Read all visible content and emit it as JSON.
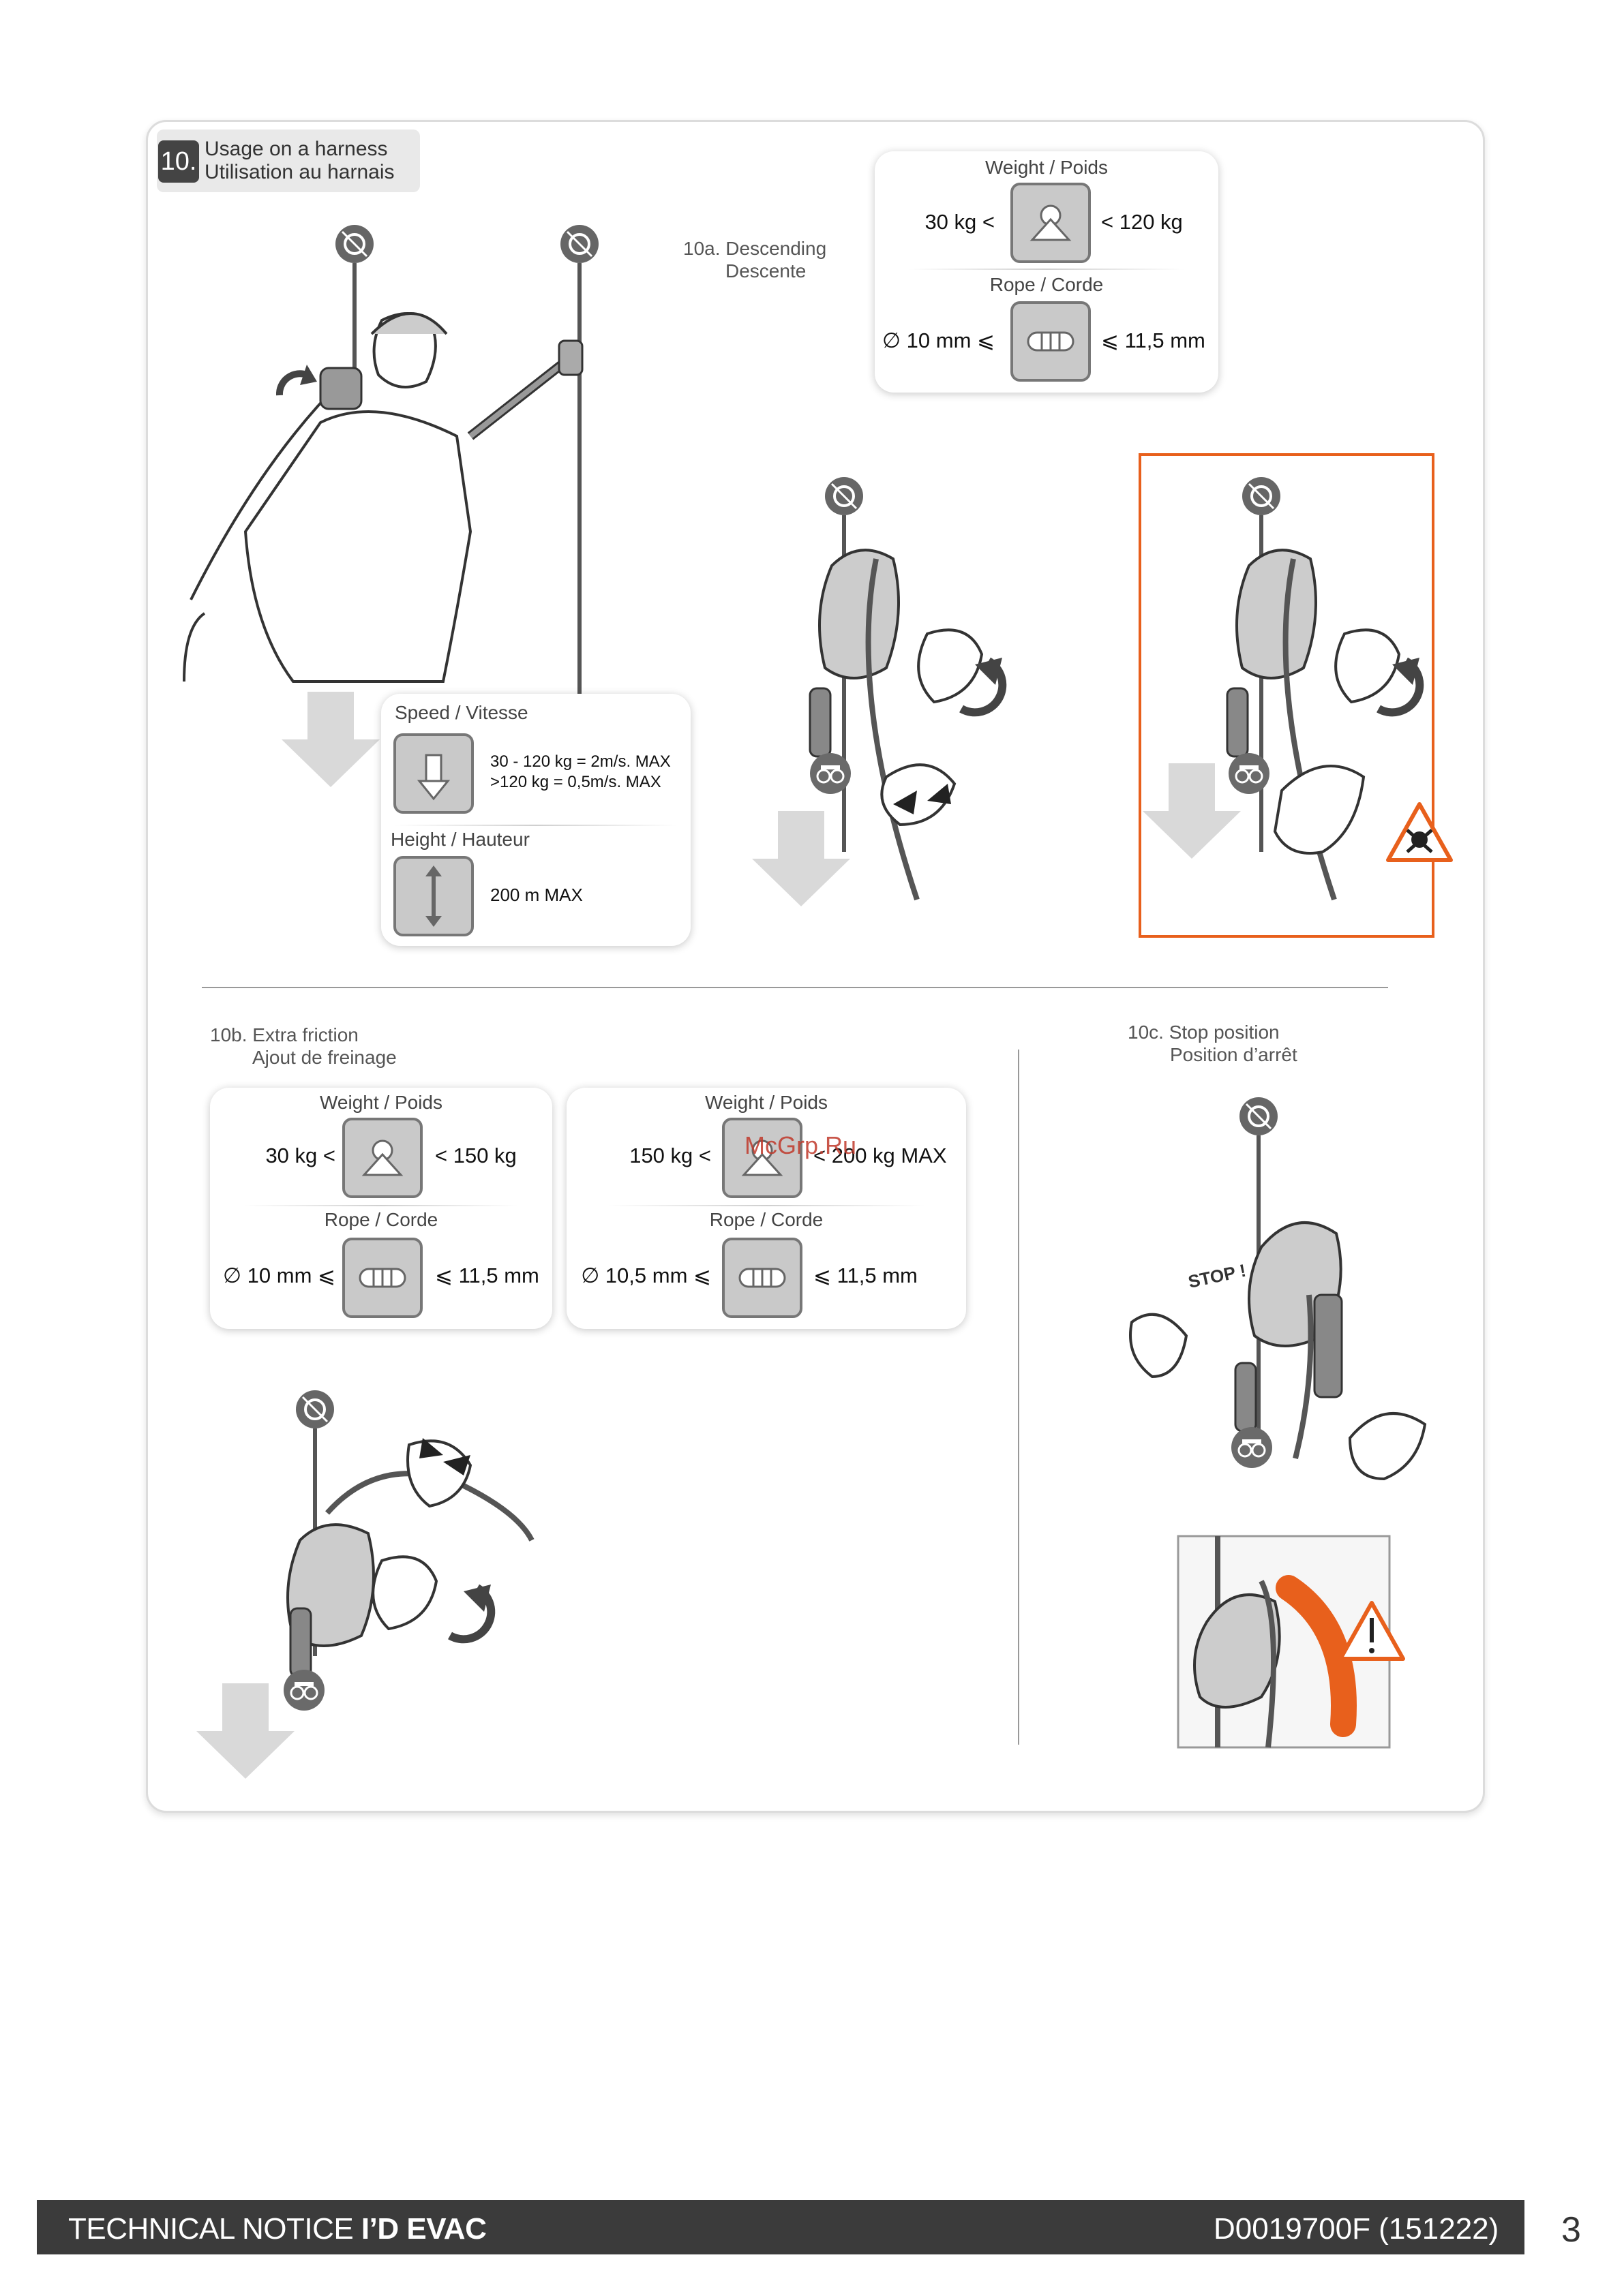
{
  "section": {
    "number": "10.",
    "title_en": "Usage on a harness",
    "title_fr": "Utilisation au harnais"
  },
  "descending": {
    "heading_en": "10a. Descending",
    "heading_fr": "Descente",
    "weight_label": "Weight / Poids",
    "weight_min": "30 kg <",
    "weight_max": "< 120 kg",
    "rope_label": "Rope / Corde",
    "rope_min": "∅ 10 mm ⩽",
    "rope_max": "⩽ 11,5 mm"
  },
  "speed_card": {
    "speed_label": "Speed / Vitesse",
    "speed_line1": "30 - 120 kg = 2m/s. MAX",
    "speed_line2": ">120 kg = 0,5m/s. MAX",
    "height_label": "Height / Hauteur",
    "height_value": "200 m MAX"
  },
  "extra_friction": {
    "heading_en": "10b. Extra friction",
    "heading_fr": "Ajout de freinage",
    "card1": {
      "weight_label": "Weight / Poids",
      "weight_min": "30 kg <",
      "weight_max": "< 150 kg",
      "rope_label": "Rope / Corde",
      "rope_min": "∅ 10 mm ⩽",
      "rope_max": "⩽ 11,5 mm"
    },
    "card2": {
      "weight_label": "Weight / Poids",
      "weight_min": "150 kg <",
      "weight_max": "< 200 kg MAX",
      "rope_label": "Rope / Corde",
      "rope_min": "∅ 10,5 mm ⩽",
      "rope_max": "⩽ 11,5 mm"
    }
  },
  "stop_position": {
    "heading_en": "10c. Stop position",
    "heading_fr": "Position d’arrêt",
    "stop_text": "STOP !"
  },
  "watermark": "McGrp.Ru",
  "footer": {
    "prefix": "TECHNICAL NOTICE ",
    "product": "I’D EVAC",
    "doc_ref": "D0019700F (151222)",
    "page": "3"
  },
  "colors": {
    "accent": "#e8601c",
    "footer_bg": "#3b3b3b",
    "icon_box": "#c9c9c9",
    "arrow_grey": "#d9d9d9"
  }
}
